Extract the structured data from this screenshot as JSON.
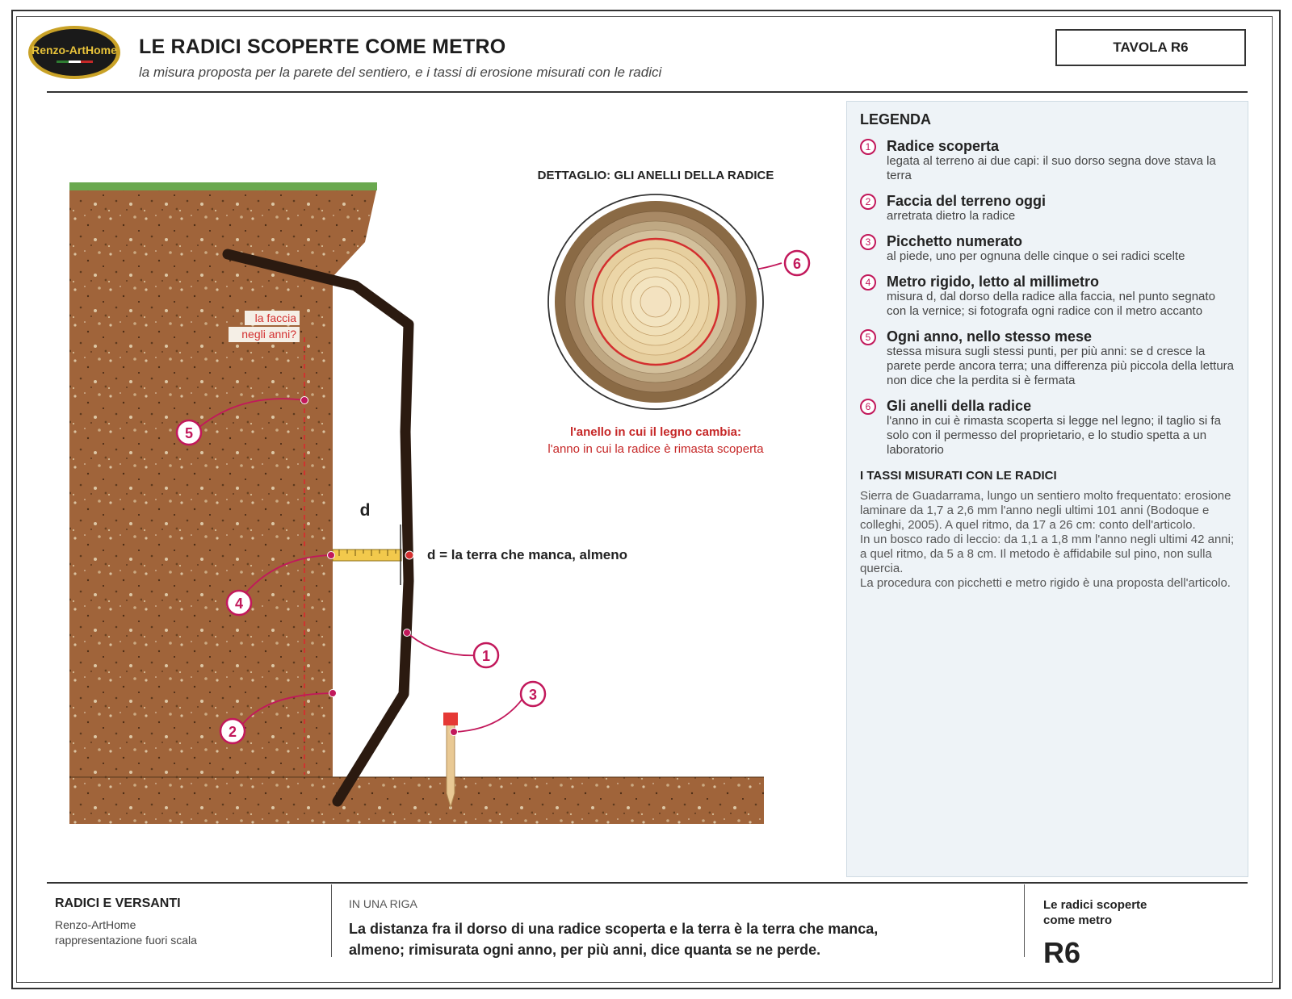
{
  "header": {
    "logo_text": "Renzo-ArtHome",
    "title": "LE RADICI SCOPERTE COME METRO",
    "subtitle": "la misura proposta per la parete del sentiero, e i tassi di erosione misurati con le radici",
    "tavola": "TAVOLA R6"
  },
  "diagram": {
    "detail_title": "DETTAGLIO: GLI ANELLI DELLA RADICE",
    "ring_caption_bold": "l'anello in cui il legno cambia:",
    "ring_caption": "l'anno in cui la radice è rimasta scoperta",
    "face_note_1": "la faccia",
    "face_note_2": "negli anni?",
    "d_label": "d",
    "d_text": "d = la terra che manca, almeno",
    "callouts": [
      "1",
      "2",
      "3",
      "4",
      "5",
      "6"
    ]
  },
  "legend": {
    "title": "LEGENDA",
    "items": [
      {
        "num": "1",
        "title": "Radice scoperta",
        "desc": "legata al terreno ai due capi: il suo dorso segna dove stava la terra"
      },
      {
        "num": "2",
        "title": "Faccia del terreno oggi",
        "desc": "arretrata dietro la radice"
      },
      {
        "num": "3",
        "title": "Picchetto numerato",
        "desc": "al piede, uno per ognuna delle cinque o sei radici scelte"
      },
      {
        "num": "4",
        "title": "Metro rigido, letto al millimetro",
        "desc": "misura d, dal dorso della radice alla faccia, nel punto segnato con la vernice; si fotografa ogni radice con il metro accanto"
      },
      {
        "num": "5",
        "title": "Ogni anno, nello stesso mese",
        "desc": "stessa misura sugli stessi punti, per più anni: se d cresce la parete perde ancora terra; una differenza più piccola della lettura non dice che la perdita si è fermata"
      },
      {
        "num": "6",
        "title": "Gli anelli della radice",
        "desc": "l'anno in cui è rimasta scoperta si legge nel legno; il taglio si fa solo con il permesso del proprietario, e lo studio spetta a un laboratorio"
      }
    ],
    "rates_title": "I TASSI MISURATI CON LE RADICI",
    "rates_text": "Sierra de Guadarrama, lungo un sentiero molto frequentato: erosione laminare da 1,7 a 2,6 mm l'anno negli ultimi 101 anni (Bodoque e colleghi, 2005). A quel ritmo, da 17 a 26 cm: conto dell'articolo.\nIn un bosco rado di leccio: da 1,1 a 1,8 mm l'anno negli ultimi 42 anni; a quel ritmo, da 5 a 8 cm. Il metodo è affidabile sul pino, non sulla quercia.\nLa procedura con picchetti e metro rigido è una proposta dell'articolo."
  },
  "footer": {
    "left_title": "RADICI E VERSANTI",
    "left_line1": "Renzo-ArtHome",
    "left_line2": "rappresentazione fuori scala",
    "center_label": "IN UNA RIGA",
    "center_text": "La distanza fra il dorso di una radice scoperta e la terra è la terra che manca, almeno; rimisurata ogni anno, per più anni, dice quanta se ne perde.",
    "right_text": "Le radici scoperte come metro",
    "right_code": "R6"
  },
  "colors": {
    "soil": "#a0643a",
    "grass": "#6aa84f",
    "root": "#2b1a10",
    "accent": "#c2185b",
    "red": "#d32f2f"
  }
}
